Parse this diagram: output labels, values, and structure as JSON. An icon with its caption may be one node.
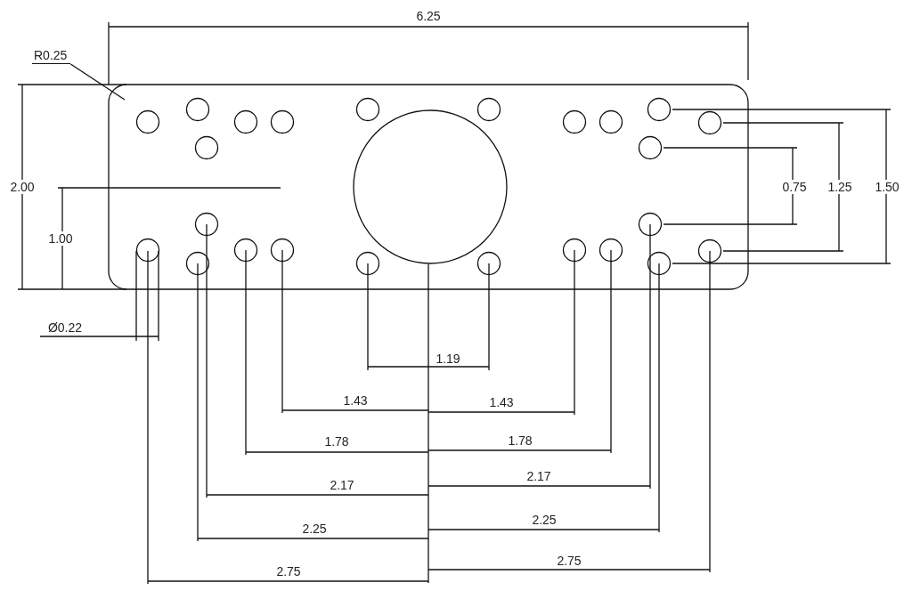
{
  "diagram": {
    "nodes": [
      {
        "text": [
          "R0.25"
        ]
      },
      {
        "text": [],
        "shape": "box"
      }
    ],
    "edges": [
      {
        "from": 0,
        "to": 1,
        "arrow": "none"
      }
    ],
    "labels": [
      "6.25",
      "2.00",
      "1.00",
      "Ø0.22",
      "0.75",
      "1.25",
      "1.50",
      "1.19",
      "1.43",
      "1.43",
      "1.78",
      "1.78",
      "2.17",
      "2.17",
      "2.25",
      "2.25",
      "2.75",
      "2.75"
    ]
  }
}
